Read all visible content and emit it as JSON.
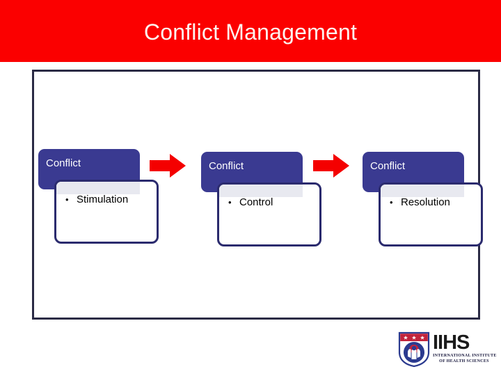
{
  "slide": {
    "title": "Conflict Management",
    "title_band_color": "#fb0000",
    "title_text_color": "#fdf4ef",
    "frame_border_color": "#2b2b45",
    "header_box_color": "#3a3a91",
    "body_border_color": "#2b2b6e",
    "arrow_color": "#f40000"
  },
  "stages": [
    {
      "header": "Conflict",
      "bullet": "•",
      "item": "Stimulation"
    },
    {
      "header": "Conflict",
      "bullet": "•",
      "item": "Control"
    },
    {
      "header": "Conflict",
      "bullet": "•",
      "item": "Resolution"
    }
  ],
  "arrows": [
    {
      "name": "arrow-stimulation-to-control",
      "direction": "right"
    },
    {
      "name": "arrow-control-to-resolution",
      "direction": "right"
    }
  ],
  "logo": {
    "initials": "IIHS",
    "line1": "INTERNATIONAL INSTITUTE",
    "line2": "OF HEALTH SCIENCES",
    "crest_band_color": "#c2243c",
    "crest_circle_color": "#2b3a8f",
    "star_count": 3
  }
}
